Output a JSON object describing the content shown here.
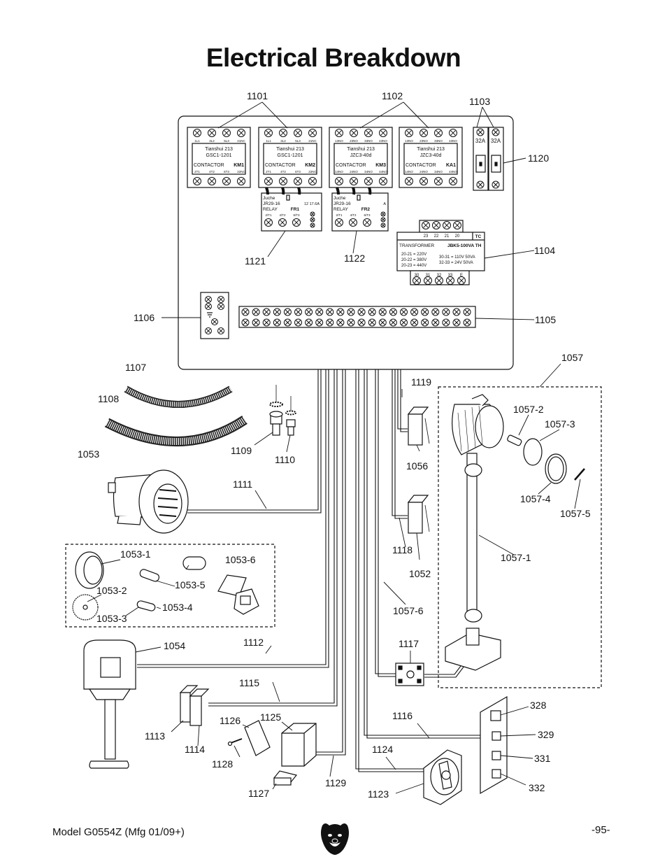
{
  "page_title": "Electrical Breakdown",
  "footer": {
    "model": "Model G0554Z (Mfg 01/09+)",
    "page_number": "-95-"
  },
  "components": {
    "contactor_km1": {
      "brand": "Tianshui 213",
      "model": "GSC1-1201",
      "type": "CONTACTOR",
      "tag": "KM1",
      "top_terminals": [
        "1L1",
        "3L2",
        "5L3",
        "21NC"
      ],
      "bottom_terminals": [
        "2T1",
        "4T2",
        "6T3",
        "22NC"
      ]
    },
    "contactor_km2": {
      "brand": "Tianshui 213",
      "model": "GSC1-1201",
      "type": "CONTACTOR",
      "tag": "KM2",
      "top_terminals": [
        "1L1",
        "3L2",
        "5L3",
        "21NC"
      ],
      "bottom_terminals": [
        "2T1",
        "4T2",
        "6T3",
        "22NC"
      ]
    },
    "contactor_km3": {
      "brand": "Tianshui 213",
      "model": "JZC3-40d",
      "type": "CONTACTOR",
      "tag": "KM3",
      "top_terminals": [
        "13NO",
        "23NO",
        "33NO",
        "43NO"
      ],
      "bottom_terminals": [
        "14NO",
        "24NO",
        "34NO",
        "44NO"
      ]
    },
    "contactor_ka1": {
      "brand": "Tianshui 213",
      "model": "JZC3-40d",
      "type": "CONTACTOR",
      "tag": "KA1",
      "top_terminals": [
        "13NO",
        "23NO",
        "33NO",
        "43NO"
      ],
      "bottom_terminals": [
        "14NO",
        "24NO",
        "34NO",
        "44NO"
      ]
    },
    "relay_fr1": {
      "brand": "Juche",
      "model": "JR29-16",
      "type": "RELAY",
      "tag": "FR1",
      "scale": "12  17.6A",
      "terminals": [
        "2/T1",
        "4/T2",
        "6/T3"
      ]
    },
    "relay_fr2": {
      "brand": "Juche",
      "model": "JR29-16",
      "type": "RELAY",
      "tag": "FR2",
      "scale": "A",
      "terminals": [
        "2/T1",
        "4/T2",
        "6/T3"
      ]
    },
    "breakers": [
      "32A",
      "32A"
    ],
    "transformer": {
      "tag": "TC",
      "name": "TRANSFORMER",
      "model": "JBK5-100VA TH",
      "left_lines": [
        "20-21 = 220V",
        "20-22 = 380V",
        "20-23 = 440V"
      ],
      "right_lines": [
        "30-31 = 110V 50VA",
        "32-33 = 24V 50VA"
      ],
      "top_terminals": [
        "23",
        "22",
        "21",
        "20"
      ],
      "bottom_terminals": [
        "30",
        "31",
        "32",
        "33",
        "E"
      ]
    }
  },
  "part_labels": {
    "p1101": "1101",
    "p1102": "1102",
    "p1103": "1103",
    "p1120": "1120",
    "p1121": "1121",
    "p1122": "1122",
    "p1104": "1104",
    "p1106": "1106",
    "p1105": "1105",
    "p1057": "1057",
    "p1107": "1107",
    "p1119": "1119",
    "p1108": "1108",
    "p1057_2": "1057-2",
    "p1057_3": "1057-3",
    "p1109": "1109",
    "p1110": "1110",
    "p1056": "1056",
    "p1053": "1053",
    "p1111": "1111",
    "p1057_4": "1057-4",
    "p1057_5": "1057-5",
    "p1118": "1118",
    "p1057_1": "1057-1",
    "p1053_1": "1053-1",
    "p1053_6": "1053-6",
    "p1053_5": "1053-5",
    "p1052": "1052",
    "p1053_2": "1053-2",
    "p1053_4": "1053-4",
    "p1057_6": "1057-6",
    "p1053_3": "1053-3",
    "p1117": "1117",
    "p1054": "1054",
    "p1112": "1112",
    "p1115": "1115",
    "p328": "328",
    "p1116": "1116",
    "p1126": "1126",
    "p1125": "1125",
    "p329": "329",
    "p1113": "1113",
    "p1114": "1114",
    "p1124": "1124",
    "p331": "331",
    "p1128": "1128",
    "p1129": "1129",
    "p1127": "1127",
    "p1123": "1123",
    "p332": "332"
  }
}
